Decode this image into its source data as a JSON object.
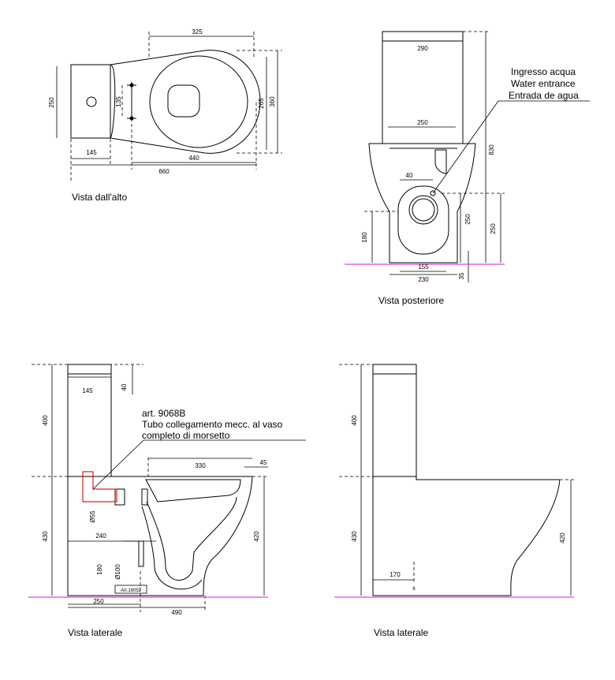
{
  "views": {
    "top": {
      "caption": "Vista dall'alto",
      "dims": [
        "325",
        "250",
        "135",
        "265",
        "360",
        "145",
        "440",
        "660"
      ]
    },
    "rear": {
      "caption": "Vista posteriore",
      "notes": [
        "Ingresso acqua",
        "Water entrance",
        "Entrada de agua"
      ],
      "dims": [
        "290",
        "830",
        "250",
        "40",
        "250",
        "250",
        "180",
        "155",
        "230",
        "35"
      ]
    },
    "side_left": {
      "caption": "Vista laterale",
      "article": [
        "art. 9068B",
        "Tubo collegamento mecc. al vaso",
        "completo di morsetto"
      ],
      "dims": [
        "145",
        "40",
        "400",
        "330",
        "45",
        "430",
        "420",
        "Ø55",
        "240",
        "180",
        "Ø100",
        "Art.19052",
        "250",
        "490"
      ]
    },
    "side_right": {
      "caption": "Vista laterale",
      "dims": [
        "400",
        "430",
        "420",
        "170",
        "6"
      ]
    }
  },
  "colors": {
    "line": "#000000",
    "ground": "#e040e0",
    "pipe": "#e0201a"
  }
}
